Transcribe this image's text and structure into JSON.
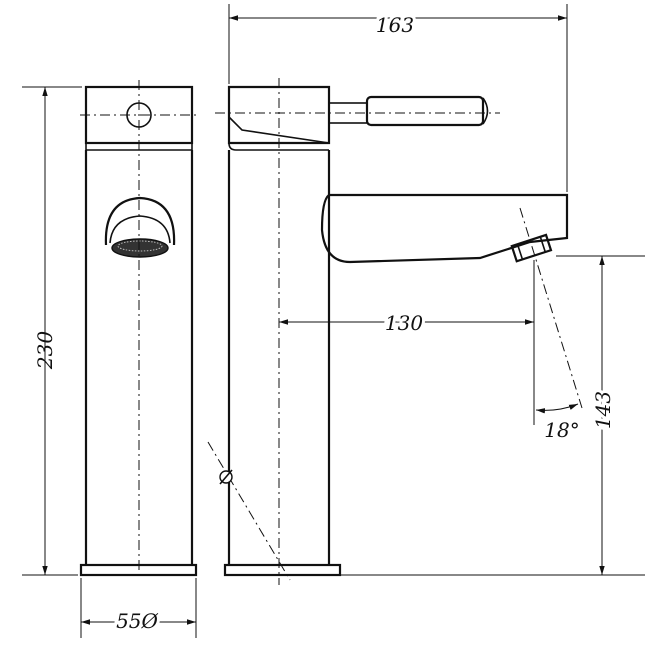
{
  "drawing": {
    "dimensions": {
      "overall_width": "163",
      "overall_height": "230",
      "spout_reach": "130",
      "spout_height": "143",
      "body_diameter": "55Ø",
      "spout_angle": "18°"
    }
  }
}
